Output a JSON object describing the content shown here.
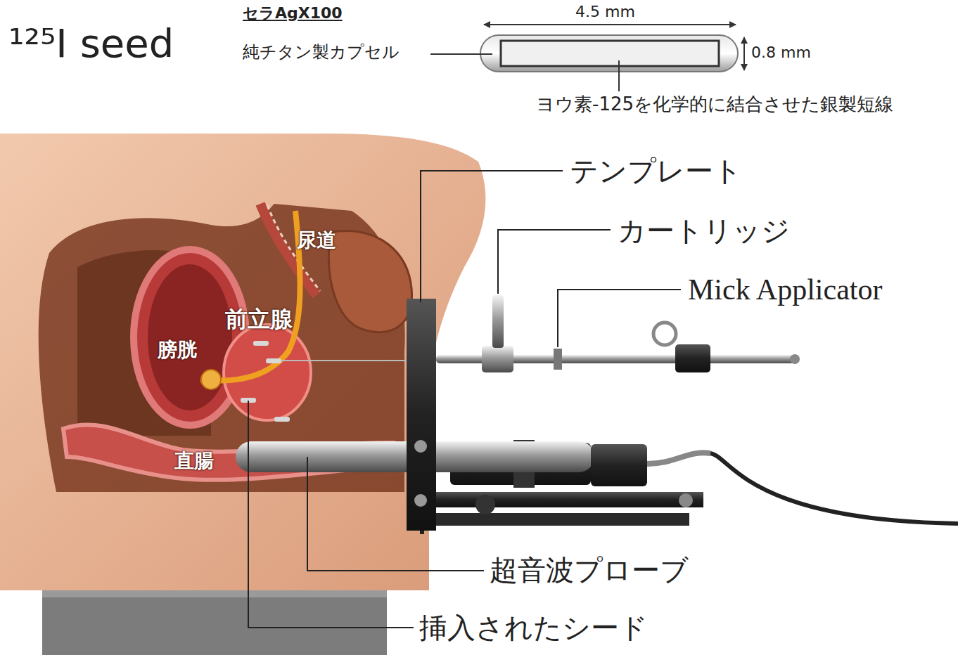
{
  "diagram": {
    "labels": [
      "¹²⁵I seed",
      "セラAgX100",
      "4.5 mm",
      "純チタン製カプセル",
      "0.8 mm",
      "ヨウ素-125を化学的に結合させた銀製短線",
      "テンプレート",
      "カートリッジ",
      "Mick Applicator",
      "尿道",
      "前立腺",
      "膀胱",
      "直腸",
      "超音波プローブ",
      "挿入されたシード"
    ]
  }
}
